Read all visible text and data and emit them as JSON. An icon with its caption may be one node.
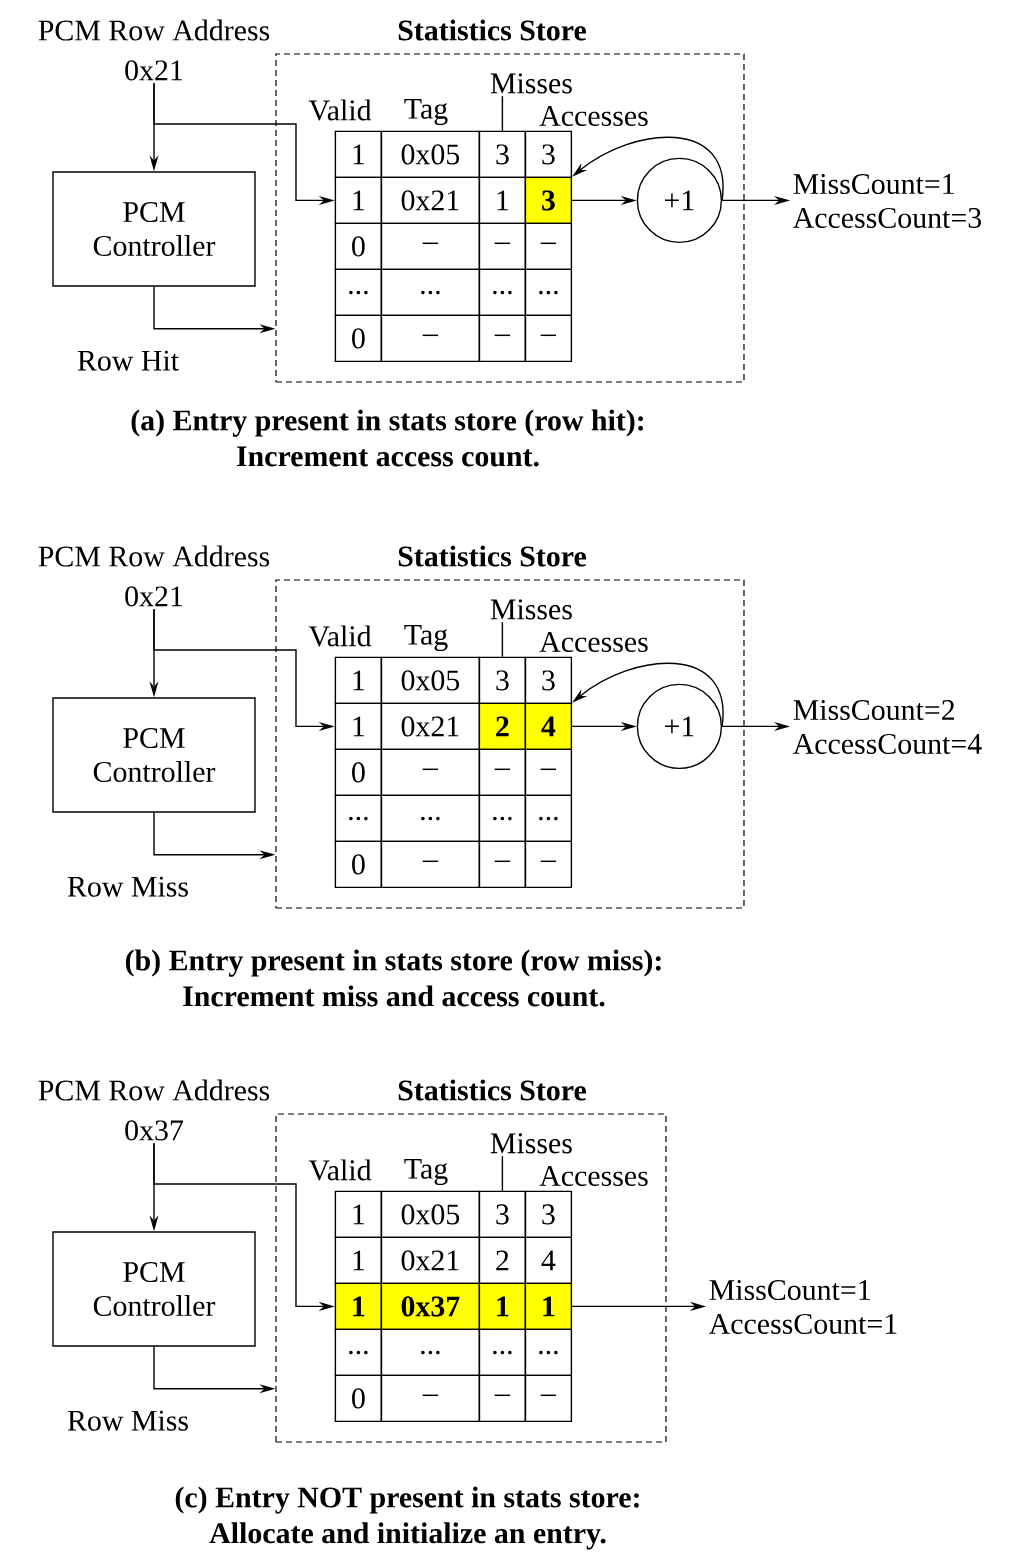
{
  "diagram": {
    "nodes": [
      {
        "text": [
          "PCM Row Address",
          "0x21"
        ]
      },
      {
        "text": [
          "PCM Controller"
        ]
      },
      {
        "text": [
          "Statistics Store"
        ]
      },
      {
        "text": [
          "Misses"
        ],
        "in": 2
      },
      {
        "text": [
          "1"
        ],
        "in": 2
      },
      {
        "text": [
          "0x05"
        ],
        "in": 2
      },
      {
        "text": [
          "3"
        ],
        "in": 2
      },
      {
        "text": [
          "3"
        ],
        "in": 2
      },
      {
        "text": [
          "1"
        ],
        "in": 2
      },
      {
        "text": [
          "0x21"
        ],
        "in": 2
      },
      {
        "text": [
          "1"
        ],
        "in": 2
      },
      {
        "text": [
          "3"
        ],
        "in": 2
      },
      {
        "text": [
          "0"
        ],
        "in": 2
      },
      {
        "text": [
          "–"
        ],
        "in": 2
      },
      {
        "text": [
          "–"
        ],
        "in": 2
      },
      {
        "text": [
          "–"
        ],
        "in": 2
      },
      {
        "text": [
          "..."
        ],
        "in": 2
      },
      {
        "text": [
          "..."
        ],
        "in": 2
      },
      {
        "text": [
          "..."
        ],
        "in": 2
      },
      {
        "text": [
          "..."
        ],
        "in": 2
      },
      {
        "text": [
          "0"
        ],
        "in": 2
      },
      {
        "text": [
          "–"
        ],
        "in": 2
      },
      {
        "text": [
          "–"
        ],
        "in": 2
      },
      {
        "text": [
          "–"
        ],
        "in": 2
      },
      {
        "text": [
          "+1"
        ],
        "in": 2
      },
      {
        "text": [
          "MissCount=1",
          "AccessCount=3"
        ]
      },
      {
        "text": [
          "PCM Row Address",
          "0x21"
        ]
      },
      {
        "text": [
          "PCM Controller"
        ]
      },
      {
        "text": [
          "Statistics Store"
        ]
      },
      {
        "text": [
          "Misses"
        ],
        "in": 28
      },
      {
        "text": [
          "1"
        ],
        "in": 28
      },
      {
        "text": [
          "0x05"
        ],
        "in": 28
      },
      {
        "text": [
          "3"
        ],
        "in": 28
      },
      {
        "text": [
          "3"
        ],
        "in": 28
      },
      {
        "text": [
          "1"
        ],
        "in": 28
      },
      {
        "text": [
          "0x21"
        ],
        "in": 28
      },
      {
        "text": [
          "2"
        ],
        "in": 28
      },
      {
        "text": [
          "4"
        ],
        "in": 28
      },
      {
        "text": [
          "0"
        ],
        "in": 28
      },
      {
        "text": [
          "–"
        ],
        "in": 28
      },
      {
        "text": [
          "–"
        ],
        "in": 28
      },
      {
        "text": [
          "–"
        ],
        "in": 28
      },
      {
        "text": [
          "..."
        ],
        "in": 28
      },
      {
        "text": [
          "..."
        ],
        "in": 28
      },
      {
        "text": [
          "..."
        ],
        "in": 28
      },
      {
        "text": [
          "..."
        ],
        "in": 28
      },
      {
        "text": [
          "0"
        ],
        "in": 28
      },
      {
        "text": [
          "–"
        ],
        "in": 28
      },
      {
        "text": [
          "–"
        ],
        "in": 28
      },
      {
        "text": [
          "–"
        ],
        "in": 28
      },
      {
        "text": [
          "+1"
        ],
        "in": 28
      },
      {
        "text": [
          "MissCount=2",
          "AccessCount=4"
        ]
      },
      {
        "text": [
          "PCM Row Address",
          "0x37"
        ]
      },
      {
        "text": [
          "PCM Controller"
        ]
      },
      {
        "text": [
          "Statistics Store"
        ]
      },
      {
        "text": [
          "Misses"
        ],
        "in": 54
      },
      {
        "text": [
          "1"
        ],
        "in": 54
      },
      {
        "text": [
          "0x05"
        ],
        "in": 54
      },
      {
        "text": [
          "3"
        ],
        "in": 54
      },
      {
        "text": [
          "3"
        ],
        "in": 54
      },
      {
        "text": [
          "1"
        ],
        "in": 54
      },
      {
        "text": [
          "0x21"
        ],
        "in": 54
      },
      {
        "text": [
          "2"
        ],
        "in": 54
      },
      {
        "text": [
          "4"
        ],
        "in": 54
      },
      {
        "text": [
          "1"
        ],
        "in": 54
      },
      {
        "text": [
          "0x37"
        ],
        "in": 54
      },
      {
        "text": [
          "1"
        ],
        "in": 54
      },
      {
        "text": [
          "1"
        ],
        "in": 54
      },
      {
        "text": [
          "..."
        ],
        "in": 54
      },
      {
        "text": [
          "..."
        ],
        "in": 54
      },
      {
        "text": [
          "..."
        ],
        "in": 54
      },
      {
        "text": [
          "..."
        ],
        "in": 54
      },
      {
        "text": [
          "0"
        ],
        "in": 54
      },
      {
        "text": [
          "–"
        ],
        "in": 54
      },
      {
        "text": [
          "–"
        ],
        "in": 54
      },
      {
        "text": [
          "–"
        ],
        "in": 54
      },
      {
        "text": [
          "MissCount=1",
          "AccessCount=1"
        ]
      }
    ],
    "edges": [
      {
        "from": 0,
        "to": 1,
        "arrow": "to"
      },
      {
        "from": 0,
        "to": 8,
        "arrow": "to"
      },
      {
        "from": 1,
        "to": 2,
        "arrow": "to",
        "label": "Row Hit"
      },
      {
        "from": 3,
        "to": 6,
        "arrow": "none"
      },
      {
        "from": 11,
        "to": 24,
        "arrow": "to"
      },
      {
        "from": 24,
        "to": 11,
        "arrow": "to"
      },
      {
        "from": 24,
        "to": 25,
        "arrow": "to"
      },
      {
        "from": 26,
        "to": 27,
        "arrow": "to"
      },
      {
        "from": 26,
        "to": 34,
        "arrow": "to"
      },
      {
        "from": 27,
        "to": 28,
        "arrow": "to",
        "label": "Row Miss"
      },
      {
        "from": 29,
        "to": 32,
        "arrow": "none"
      },
      {
        "from": 37,
        "to": 50,
        "arrow": "to"
      },
      {
        "from": 50,
        "to": 37,
        "arrow": "to"
      },
      {
        "from": 50,
        "to": 51,
        "arrow": "to"
      },
      {
        "from": 52,
        "to": 53,
        "arrow": "to"
      },
      {
        "from": 52,
        "to": 64,
        "arrow": "to"
      },
      {
        "from": 53,
        "to": 54,
        "arrow": "to",
        "label": "Row Miss"
      },
      {
        "from": 55,
        "to": 58,
        "arrow": "none"
      },
      {
        "from": 67,
        "to": 76,
        "arrow": "to"
      }
    ],
    "labels": [
      "Valid",
      "Tag",
      "Accesses",
      "(a) Entry present in stats store (row hit): Increment access count.",
      "Valid",
      "Tag",
      "Accesses",
      "(b) Entry present in stats store (row miss): Increment miss and access count.",
      "Valid",
      "Tag",
      "Accesses",
      "(c) Entry NOT present in stats store: Allocate and initialize an entry."
    ]
  }
}
